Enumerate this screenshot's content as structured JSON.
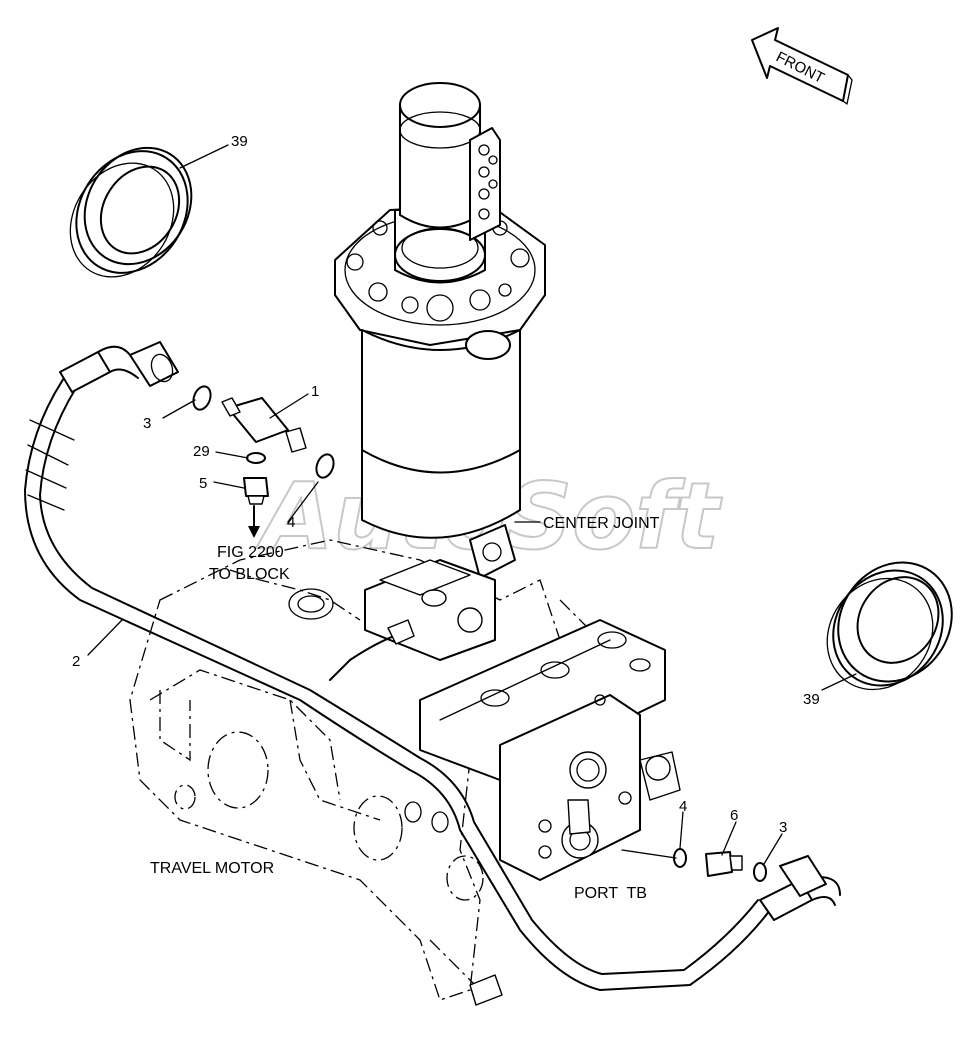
{
  "watermark": "AutoSoft",
  "front_label": "FRONT",
  "labels": {
    "center_joint": "CENTER JOINT",
    "travel_motor": "TRAVEL MOTOR",
    "port_tb": "PORT  TB",
    "fig_ref_line1": "FIG 2200",
    "fig_ref_line2": "TO BLOCK"
  },
  "callouts": {
    "c39_top": "39",
    "c39_right": "39",
    "c1": "1",
    "c3_left": "3",
    "c29": "29",
    "c5": "5",
    "c4_top": "4",
    "c2": "2",
    "c4_bottom": "4",
    "c6": "6",
    "c3_right": "3"
  },
  "colors": {
    "line": "#000000",
    "background": "#ffffff",
    "watermark": "#c8c8c8"
  }
}
